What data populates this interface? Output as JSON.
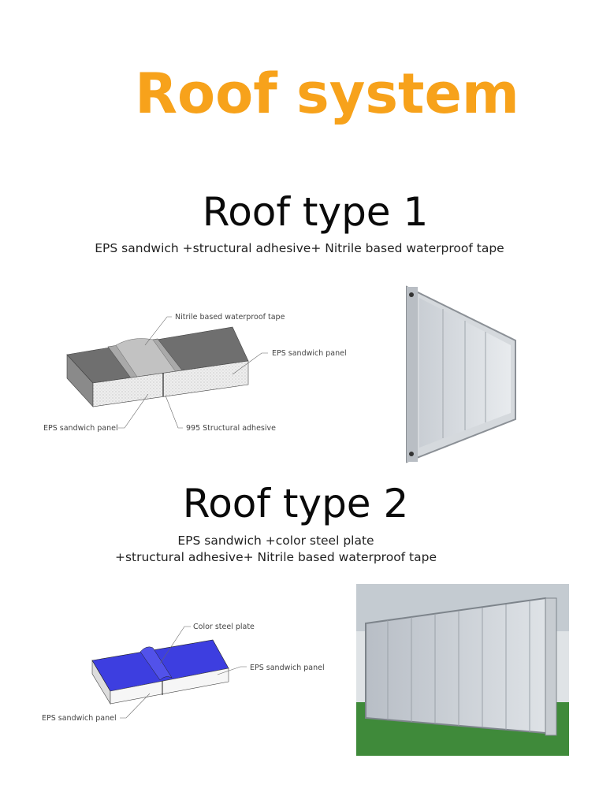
{
  "header": {
    "title": "Roof system"
  },
  "roof_type_1": {
    "title": "Roof type 1",
    "subtitle": "EPS sandwich +structural adhesive+ Nitrile based waterproof tape",
    "diagram_labels": {
      "tape": "Nitrile based waterproof tape",
      "panel_right": "EPS sandwich panel",
      "panel_left": "EPS sandwich panel",
      "adhesive": "995 Structural adhesive"
    }
  },
  "roof_type_2": {
    "title": "Roof type 2",
    "subtitle_line1": "EPS sandwich +color steel plate",
    "subtitle_line2": "+structural adhesive+ Nitrile based waterproof tape",
    "diagram_labels": {
      "plate": "Color steel plate",
      "panel_right": "EPS sandwich panel",
      "panel_left": "EPS sandwich panel"
    }
  },
  "colors": {
    "title_accent": "#f7a21b",
    "steel_plate_blue": "#3d3ee0"
  }
}
